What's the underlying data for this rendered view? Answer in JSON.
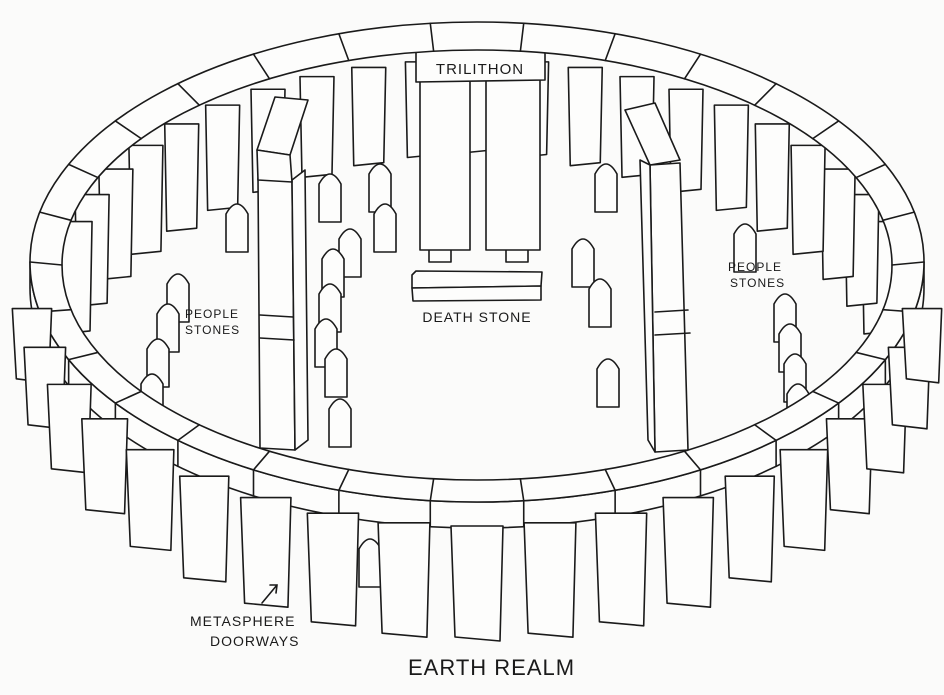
{
  "labels": {
    "trilithon": "TRILITHON",
    "death_stone": "DEATH STONE",
    "people_stones_left_line1": "PEOPLE",
    "people_stones_left_line2": "STONES",
    "people_stones_right_line1": "PEOPLE",
    "people_stones_right_line2": "STONES",
    "metasphere_line1": "METASPHERE",
    "metasphere_line2": "DOORWAYS",
    "title": "EARTH REALM"
  },
  "colors": {
    "ink": "#1a1a1a",
    "paper": "#fbfbfa"
  }
}
